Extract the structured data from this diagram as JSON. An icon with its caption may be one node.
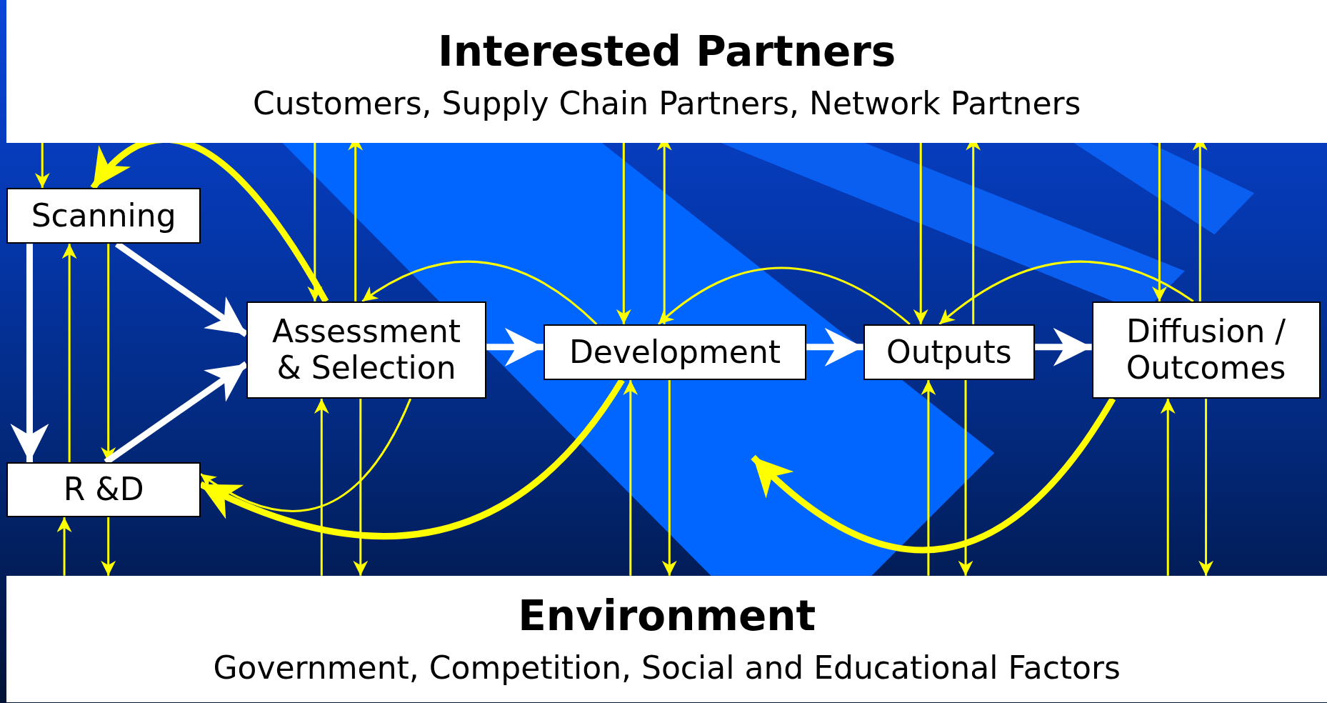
{
  "diagram": {
    "nodes": [
      {
        "text": [
          "Interested Partners",
          "Customers, Supply Chain Partners, Network Partners"
        ]
      },
      {
        "text": [
          "Scanning"
        ]
      },
      {
        "text": [
          "Assessment & Selection"
        ]
      },
      {
        "text": [
          "Development"
        ]
      },
      {
        "text": [
          "Outputs"
        ]
      },
      {
        "text": [
          "Diffusion / Outcomes"
        ]
      },
      {
        "text": [
          "R &D"
        ]
      },
      {
        "text": [
          "Environment",
          "Government, Competition, Social and Educational Factors"
        ]
      }
    ],
    "edges": [
      {
        "from": 0,
        "to": 1,
        "arrow": "to"
      },
      {
        "from": 1,
        "to": 6,
        "arrow": "to",
        "style": "thick",
        "color": "#ffffff"
      },
      {
        "from": 6,
        "to": 1,
        "arrow": "to"
      },
      {
        "from": 1,
        "to": 6,
        "arrow": "to"
      },
      {
        "from": 1,
        "to": 2,
        "arrow": "to",
        "style": "thick",
        "color": "#ffffff"
      },
      {
        "from": 6,
        "to": 2,
        "arrow": "to",
        "style": "thick",
        "color": "#ffffff"
      },
      {
        "from": 6,
        "to": 7,
        "arrow": "to"
      },
      {
        "from": 7,
        "to": 6,
        "arrow": "to"
      },
      {
        "from": 0,
        "to": 2,
        "arrow": "to"
      },
      {
        "from": 2,
        "to": 0,
        "arrow": "to"
      },
      {
        "from": 7,
        "to": 2,
        "arrow": "to"
      },
      {
        "from": 2,
        "to": 7,
        "arrow": "to"
      },
      {
        "from": 2,
        "to": 3,
        "arrow": "to",
        "style": "thick",
        "color": "#ffffff"
      },
      {
        "from": 0,
        "to": 3,
        "arrow": "to"
      },
      {
        "from": 3,
        "to": 0,
        "arrow": "to"
      },
      {
        "from": 7,
        "to": 3,
        "arrow": "to"
      },
      {
        "from": 3,
        "to": 7,
        "arrow": "to"
      },
      {
        "from": 3,
        "to": 4,
        "arrow": "to",
        "style": "thick",
        "color": "#ffffff"
      },
      {
        "from": 0,
        "to": 4,
        "arrow": "to"
      },
      {
        "from": 4,
        "to": 0,
        "arrow": "to"
      },
      {
        "from": 7,
        "to": 4,
        "arrow": "to"
      },
      {
        "from": 4,
        "to": 7,
        "arrow": "to"
      },
      {
        "from": 4,
        "to": 5,
        "arrow": "to",
        "style": "thick",
        "color": "#ffffff"
      },
      {
        "from": 0,
        "to": 5,
        "arrow": "to"
      },
      {
        "from": 5,
        "to": 0,
        "arrow": "to"
      },
      {
        "from": 7,
        "to": 5,
        "arrow": "to"
      },
      {
        "from": 5,
        "to": 7,
        "arrow": "to"
      },
      {
        "from": 2,
        "to": 1,
        "arrow": "to",
        "style": "thick"
      },
      {
        "from": 3,
        "to": 2,
        "arrow": "to"
      },
      {
        "from": 4,
        "to": 3,
        "arrow": "to"
      },
      {
        "from": 5,
        "to": 4,
        "arrow": "to"
      },
      {
        "from": 2,
        "to": 6,
        "arrow": "to"
      },
      {
        "from": 3,
        "to": 6,
        "arrow": "to",
        "style": "thick"
      },
      {
        "from": 5,
        "to": null,
        "arrow": "to",
        "style": "thick"
      }
    ]
  }
}
